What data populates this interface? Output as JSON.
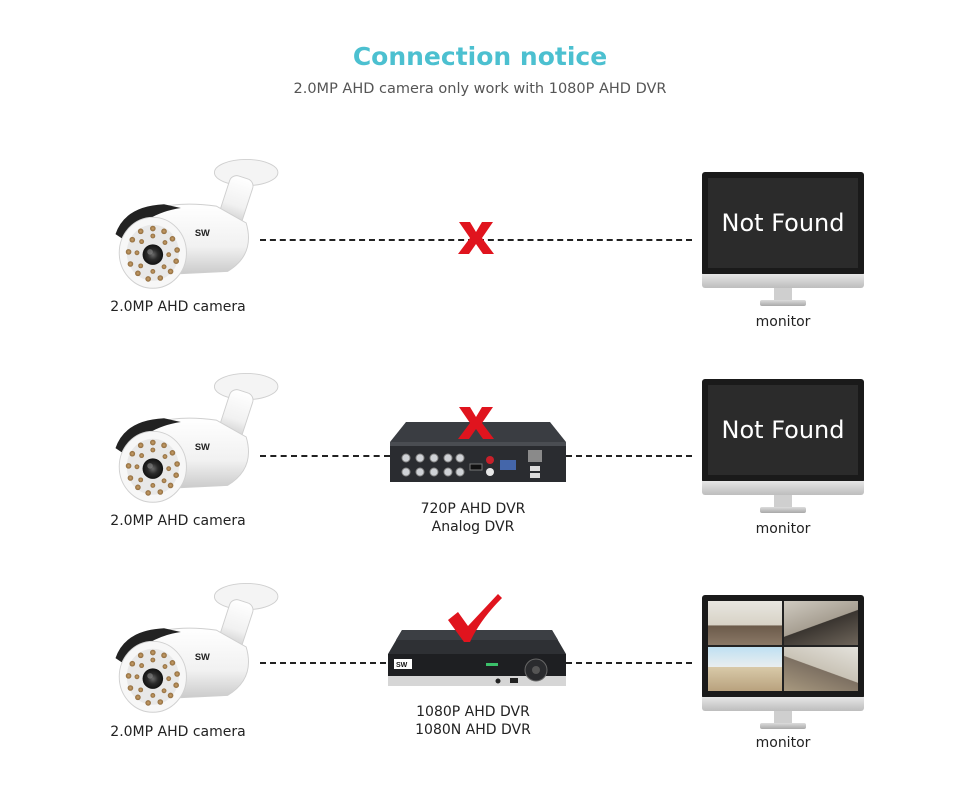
{
  "header": {
    "title": "Connection notice",
    "subtitle": "2.0MP AHD camera only work with 1080P AHD DVR"
  },
  "rows": [
    {
      "camera_label": "2.0MP AHD camera",
      "monitor_label": "monitor",
      "monitor_text": "Not Found",
      "status": "incompatible"
    },
    {
      "camera_label": "2.0MP AHD camera",
      "dvr_label_line1": "720P AHD DVR",
      "dvr_label_line2": "Analog DVR",
      "monitor_label": "monitor",
      "monitor_text": "Not Found",
      "status": "incompatible"
    },
    {
      "camera_label": "2.0MP AHD camera",
      "dvr_label_line1": "1080P AHD DVR",
      "dvr_label_line2": "1080N AHD DVR",
      "monitor_label": "monitor",
      "status": "compatible"
    }
  ],
  "camera_logo": "SW",
  "colors": {
    "accent": "#4cc0d0",
    "cross": "#e0141e",
    "check": "#e0141e"
  }
}
